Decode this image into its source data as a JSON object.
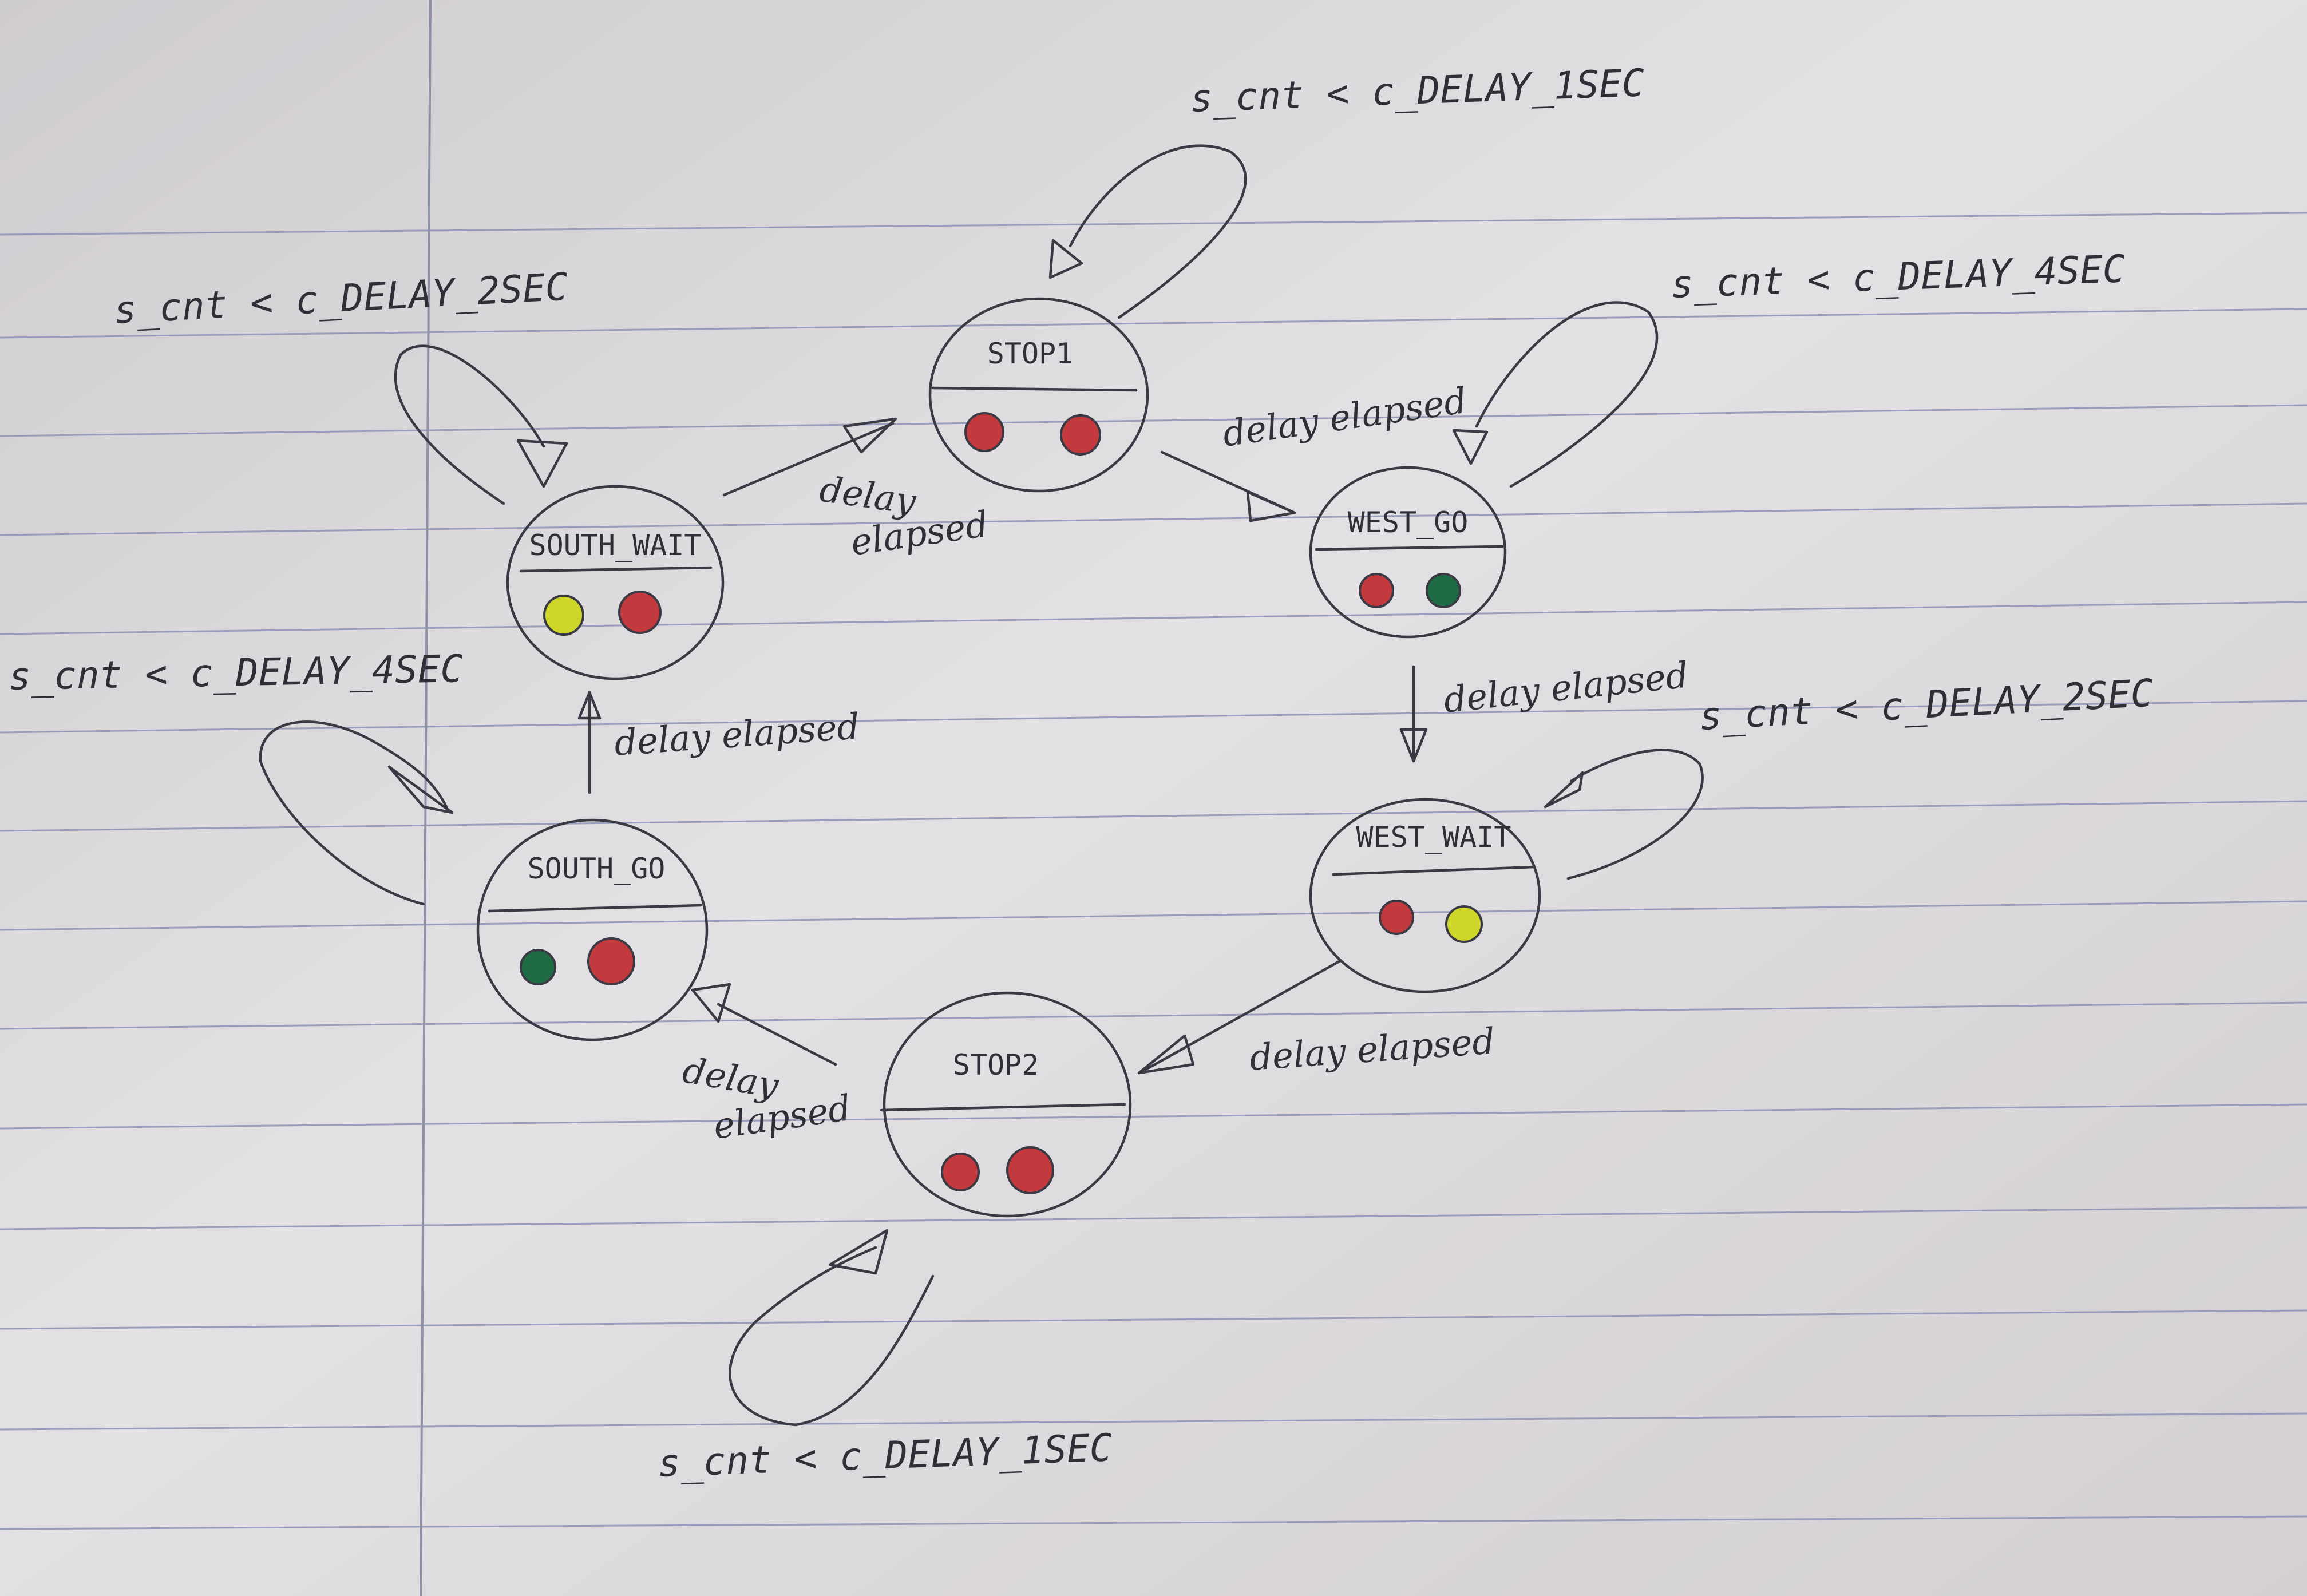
{
  "states": [
    {
      "id": "south_wait",
      "name": "SOUTH_WAIT",
      "lights": [
        "yellow",
        "red"
      ]
    },
    {
      "id": "stop1",
      "name": "STOP1",
      "lights": [
        "red",
        "red"
      ]
    },
    {
      "id": "west_go",
      "name": "WEST_GO",
      "lights": [
        "red",
        "green"
      ]
    },
    {
      "id": "west_wait",
      "name": "WEST_WAIT",
      "lights": [
        "red",
        "yellow"
      ]
    },
    {
      "id": "stop2",
      "name": "STOP2",
      "lights": [
        "red",
        "red"
      ]
    },
    {
      "id": "south_go",
      "name": "SOUTH_GO",
      "lights": [
        "green",
        "red"
      ]
    }
  ],
  "self_loops": {
    "south_wait": "s_cnt < c_DELAY_2SEC",
    "stop1": "s_cnt < c_DELAY_1SEC",
    "west_go": "s_cnt < c_DELAY_4SEC",
    "west_wait": "s_cnt < c_DELAY_2SEC",
    "stop2": "s_cnt < c_DELAY_1SEC",
    "south_go": "s_cnt < c_DELAY_4SEC"
  },
  "transitions": {
    "south_wait_to_stop1": [
      "delay",
      "elapsed"
    ],
    "stop1_to_west_go": "delay elapsed",
    "west_go_to_west_wait": "delay elapsed",
    "west_wait_to_stop2": "delay elapsed",
    "stop2_to_south_go": [
      "delay",
      "elapsed"
    ],
    "south_go_to_south_wait": "delay elapsed"
  },
  "colors": {
    "paper": "#dcd9db",
    "ink": "#3a3a44",
    "red": "#c23a3e",
    "yellow": "#cfd62a",
    "green": "#1f6b45",
    "rule": "#9a9dba"
  }
}
